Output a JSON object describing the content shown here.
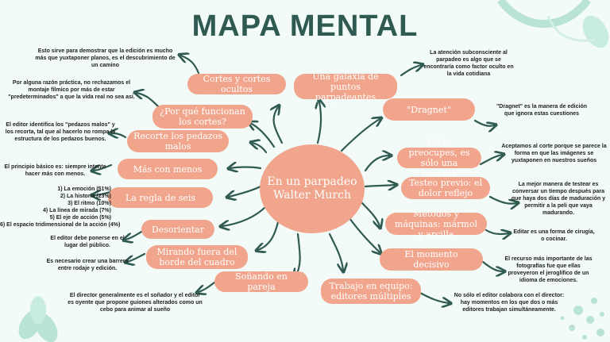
{
  "title": "MAPA MENTAL",
  "center": {
    "line1": "En un parpadeo",
    "line2": "Walter Murch"
  },
  "left_branches": [
    "Cortes y cortes ocultos",
    "¿Por qué funcionan los cortes?",
    "Recorte los pedazos malos",
    "Más con menos",
    "La regla de seis",
    "Desorientar",
    "Mirando fuera del borde del cuadro",
    "Soñando en pareja"
  ],
  "right_branches": [
    "Una galaxia de puntos parpadeantes",
    "\"Dragnet\"",
    "No te preocupes, es sólo una película",
    "Testeo previo: el dolor reflejo",
    "Métodos y máquinas: mármol y arcilla",
    "El momento decisivo",
    "Trabajo en equipo: editores múltiples"
  ],
  "notes": {
    "n1": "Esto sirve para demostrar que la edición es mucho más que yuxtaponer planos, es el descubrimiento de un camino",
    "n2": "Por alguna razón práctica, no rechazamos el montaje fílmico por más de estar \"predeterminados\" a que la vida real no sea así.",
    "n3": "El editor identifica los \"pedazos malos\" y los recorta, tal que al hacerlo no rompa la estructura de los pedazos buenos.",
    "n4": "El principio básico es: siempre intente hacer más con menos.",
    "rule_list": [
      "1) La emoción (51%)",
      "2) La historia (23%)",
      "3) El ritmo (10%)",
      "4) La línea de mirada (7%)",
      "5) El eje de acción (5%)",
      "6) El espacio tridimensional de la acción (4%)"
    ],
    "n5": "El editor debe ponerse en el lugar del público.",
    "n6": "Es necesario crear una barrera entre rodaje y edición.",
    "n7": "El director generalmente es el soñador y el editor es oyente que propone guiones alterados como un cebo para animar al sueño",
    "r1": "La atención subconsciente al parpadeo es algo que se encontraría como factor oculto en la vida cotidiana",
    "r2": "\"Dragnet\" es la manera de edición que ignora estas cuestiones",
    "r3": "Aceptamos al corte porque se parece la forma en que las imágenes se yuxtaponen en nuestros sueños",
    "r4": "La mejor manera de testear es conversar un tiempo después para que haya dos días de maduración y permitir a la peli que vaya madurando.",
    "r5": "Editar es una forma de cirugía, o cocinar.",
    "r6": "El recurso más importante de las fotografías fue que ellas proveyeron el jeroglífico de un idioma de emociones.",
    "r7": "No sólo el editor colabora con el director: hay momentos en los que dos o más editores trabajan simultáneamente."
  },
  "colors": {
    "pill": "#f0a58c",
    "title": "#2f5a52",
    "arrow": "#2f5a52",
    "bg": "#f2fbf7",
    "deco": "#b9e3d3"
  }
}
